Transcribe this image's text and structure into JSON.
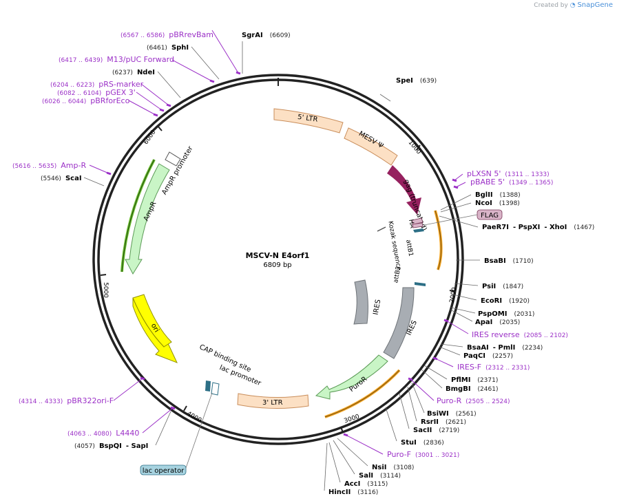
{
  "watermark": {
    "prefix": "Created by",
    "brand": "SnapGene"
  },
  "plasmid": {
    "name": "MSCV-N E4orf1",
    "size": "6809 bp"
  },
  "colors": {
    "backbone": "#222222",
    "primer": "#9b30c7",
    "enzyme": "#000000",
    "ltr": "#fce0c4",
    "mesv": "#fce0c4",
    "gag": "#96215f",
    "ires": "#a8adb3",
    "puror": "#c9f5c6",
    "ampr": "#c9f5c6",
    "ori": "#ffff00",
    "misc": "#2d6f86",
    "flag": "#d9b4c8",
    "lac_operator": "#a7d3e0",
    "orange_arc": "#f5a623",
    "green_arc": "#6bbf2f"
  },
  "ticks": [
    "1000",
    "2000",
    "3000",
    "4000",
    "5000",
    "6000"
  ],
  "features": [
    {
      "label": "5' LTR",
      "color": "ltr"
    },
    {
      "label": "MESV Ψ",
      "color": "mesv"
    },
    {
      "label": "gag (truncated)",
      "color": "gag"
    },
    {
      "label": "HA",
      "color": "misc"
    },
    {
      "label": "attB1",
      "color": "misc"
    },
    {
      "label": "Kozak sequence",
      "color": "misc"
    },
    {
      "label": "attB2",
      "color": "misc"
    },
    {
      "label": "IRES",
      "color": "ires"
    },
    {
      "label": "IRES",
      "color": "ires"
    },
    {
      "label": "PuroR",
      "color": "puror"
    },
    {
      "label": "3' LTR",
      "color": "ltr"
    },
    {
      "label": "lac promoter",
      "color": "misc"
    },
    {
      "label": "CAP binding site",
      "color": "misc"
    },
    {
      "label": "ori",
      "color": "ori"
    },
    {
      "label": "AmpR",
      "color": "ampr"
    },
    {
      "label": "AmpR promoter",
      "color": "misc"
    }
  ],
  "boxes": {
    "flag": "FLAG",
    "lac_operator": "lac operator"
  },
  "right_sites": [
    {
      "parts": [
        {
          "t": "SpeI",
          "k": "e"
        },
        {
          "t": "(639)",
          "k": "p"
        }
      ]
    },
    {
      "parts": [
        {
          "t": "pLXSN 5'",
          "k": "pr"
        },
        {
          "t": "(1311 .. 1333)",
          "k": "pr"
        }
      ]
    },
    {
      "parts": [
        {
          "t": "pBABE 5'",
          "k": "pr"
        },
        {
          "t": "(1349 .. 1365)",
          "k": "pr"
        }
      ]
    },
    {
      "parts": [
        {
          "t": "BglII",
          "k": "e"
        },
        {
          "t": "(1388)",
          "k": "p"
        }
      ]
    },
    {
      "parts": [
        {
          "t": "NcoI",
          "k": "e"
        },
        {
          "t": "(1398)",
          "k": "p"
        }
      ]
    },
    {
      "parts": [
        {
          "t": "PaeR7I",
          "k": "e"
        },
        {
          "t": "- PspXI",
          "k": "e"
        },
        {
          "t": "- XhoI",
          "k": "e"
        },
        {
          "t": "(1467)",
          "k": "p"
        }
      ]
    },
    {
      "parts": [
        {
          "t": "BsaBI",
          "k": "e"
        },
        {
          "t": "(1710)",
          "k": "p"
        }
      ]
    },
    {
      "parts": [
        {
          "t": "PsiI",
          "k": "e"
        },
        {
          "t": "(1847)",
          "k": "p"
        }
      ]
    },
    {
      "parts": [
        {
          "t": "EcoRI",
          "k": "e"
        },
        {
          "t": "(1920)",
          "k": "p"
        }
      ]
    },
    {
      "parts": [
        {
          "t": "PspOMI",
          "k": "e"
        },
        {
          "t": "(2031)",
          "k": "p"
        }
      ]
    },
    {
      "parts": [
        {
          "t": "ApaI",
          "k": "e"
        },
        {
          "t": "(2035)",
          "k": "p"
        }
      ]
    },
    {
      "parts": [
        {
          "t": "IRES reverse",
          "k": "pr"
        },
        {
          "t": "(2085 .. 2102)",
          "k": "pr"
        }
      ]
    },
    {
      "parts": [
        {
          "t": "BsaAI",
          "k": "e"
        },
        {
          "t": "- PmlI",
          "k": "e"
        },
        {
          "t": "(2234)",
          "k": "p"
        }
      ]
    },
    {
      "parts": [
        {
          "t": "PaqCI",
          "k": "e"
        },
        {
          "t": "(2257)",
          "k": "p"
        }
      ]
    },
    {
      "parts": [
        {
          "t": "IRES-F",
          "k": "pr"
        },
        {
          "t": "(2312 .. 2331)",
          "k": "pr"
        }
      ]
    },
    {
      "parts": [
        {
          "t": "PflMI",
          "k": "e"
        },
        {
          "t": "(2371)",
          "k": "p"
        }
      ]
    },
    {
      "parts": [
        {
          "t": "BmgBI",
          "k": "e"
        },
        {
          "t": "(2461)",
          "k": "p"
        }
      ]
    },
    {
      "parts": [
        {
          "t": "Puro-R",
          "k": "pr"
        },
        {
          "t": "(2505 .. 2524)",
          "k": "pr"
        }
      ]
    },
    {
      "parts": [
        {
          "t": "BsiWI",
          "k": "e"
        },
        {
          "t": "(2561)",
          "k": "p"
        }
      ]
    },
    {
      "parts": [
        {
          "t": "RsrII",
          "k": "e"
        },
        {
          "t": "(2621)",
          "k": "p"
        }
      ]
    },
    {
      "parts": [
        {
          "t": "SacII",
          "k": "e"
        },
        {
          "t": "(2719)",
          "k": "p"
        }
      ]
    },
    {
      "parts": [
        {
          "t": "StuI",
          "k": "e"
        },
        {
          "t": "(2836)",
          "k": "p"
        }
      ]
    },
    {
      "parts": [
        {
          "t": "Puro-F",
          "k": "pr"
        },
        {
          "t": "(3001 .. 3021)",
          "k": "pr"
        }
      ]
    },
    {
      "parts": [
        {
          "t": "NsiI",
          "k": "e"
        },
        {
          "t": "(3108)",
          "k": "p"
        }
      ]
    },
    {
      "parts": [
        {
          "t": "SalI",
          "k": "e"
        },
        {
          "t": "(3114)",
          "k": "p"
        }
      ]
    },
    {
      "parts": [
        {
          "t": "AccI",
          "k": "e"
        },
        {
          "t": "(3115)",
          "k": "p"
        }
      ]
    },
    {
      "parts": [
        {
          "t": "HincII",
          "k": "e"
        },
        {
          "t": "(3116)",
          "k": "p"
        }
      ]
    }
  ],
  "left_sites": [
    {
      "parts": [
        {
          "t": "(6567 .. 6586)",
          "k": "pr"
        },
        {
          "t": "pBRrevBam",
          "k": "pr"
        }
      ]
    },
    {
      "parts": [
        {
          "t": "SgrAI",
          "k": "e"
        },
        {
          "t": "(6609)",
          "k": "p"
        }
      ]
    },
    {
      "parts": [
        {
          "t": "(6461)",
          "k": "p"
        },
        {
          "t": "SphI",
          "k": "e"
        }
      ]
    },
    {
      "parts": [
        {
          "t": "(6417 .. 6439)",
          "k": "pr"
        },
        {
          "t": "M13/pUC Forward",
          "k": "pr"
        }
      ]
    },
    {
      "parts": [
        {
          "t": "(6237)",
          "k": "p"
        },
        {
          "t": "NdeI",
          "k": "e"
        }
      ]
    },
    {
      "parts": [
        {
          "t": "(6204 .. 6223)",
          "k": "pr"
        },
        {
          "t": "pRS-marker",
          "k": "pr"
        }
      ]
    },
    {
      "parts": [
        {
          "t": "(6082 .. 6104)",
          "k": "pr"
        },
        {
          "t": "pGEX 3'",
          "k": "pr"
        }
      ]
    },
    {
      "parts": [
        {
          "t": "(6026 .. 6044)",
          "k": "pr"
        },
        {
          "t": "pBRforEco",
          "k": "pr"
        }
      ]
    },
    {
      "parts": [
        {
          "t": "(5616 .. 5635)",
          "k": "pr"
        },
        {
          "t": "Amp-R",
          "k": "pr"
        }
      ]
    },
    {
      "parts": [
        {
          "t": "(5546)",
          "k": "p"
        },
        {
          "t": "ScaI",
          "k": "e"
        }
      ]
    },
    {
      "parts": [
        {
          "t": "(4314 .. 4333)",
          "k": "pr"
        },
        {
          "t": "pBR322ori-F",
          "k": "pr"
        }
      ]
    },
    {
      "parts": [
        {
          "t": "(4063 .. 4080)",
          "k": "pr"
        },
        {
          "t": "L4440",
          "k": "pr"
        }
      ]
    },
    {
      "parts": [
        {
          "t": "(4057)",
          "k": "p"
        },
        {
          "t": "BspQI",
          "k": "e"
        },
        {
          "t": "- SapI",
          "k": "e"
        }
      ]
    }
  ]
}
